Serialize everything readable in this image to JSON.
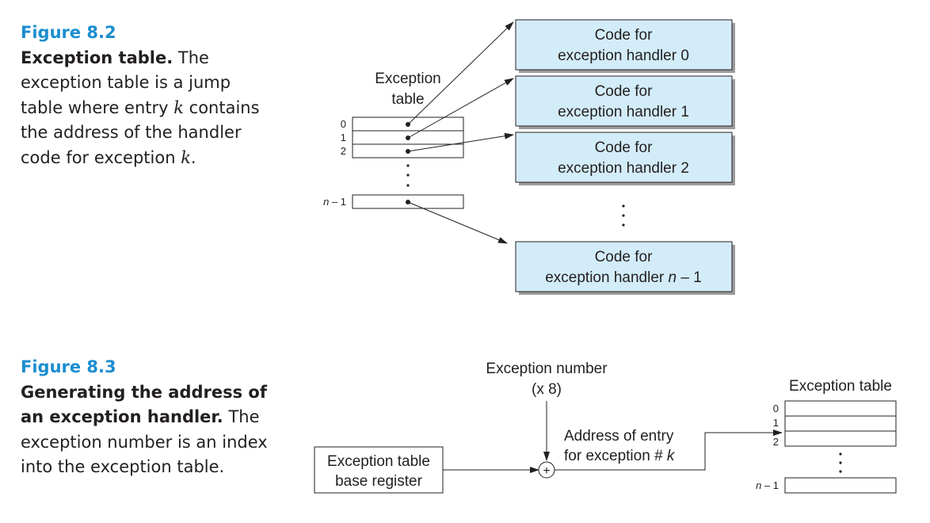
{
  "figure_8_2": {
    "label": "Figure 8.2",
    "title": "Exception table.",
    "body_1": " The exception table is a jump table where entry ",
    "var_k": "k",
    "body_2": " contains the address of the handler code for exception ",
    "body_3": ".",
    "table_label_line1": "Exception",
    "table_label_line2": "table",
    "indices": [
      "0",
      "1",
      "2"
    ],
    "last_index_n": "n",
    "last_index_rest": " – 1",
    "handlers": [
      {
        "line1": "Code for",
        "line2": "exception handler 0"
      },
      {
        "line1": "Code for",
        "line2": "exception handler 1"
      },
      {
        "line1": "Code for",
        "line2": "exception handler 2"
      }
    ],
    "last_handler_line1": "Code for",
    "last_handler_line2_prefix": "exception handler ",
    "last_handler_n": "n",
    "last_handler_line2_suffix": " – 1",
    "colors": {
      "handler_fill": "#d3ecf9",
      "handler_border": "#231f20",
      "shadow": "#9c9a9a"
    }
  },
  "figure_8_3": {
    "label": "Figure 8.3",
    "title": "Generating the address of an exception handler.",
    "body": " The exception number is an index into the exception table.",
    "exception_number_line1": "Exception number",
    "exception_number_line2": "(x 8)",
    "address_line1": "Address of entry",
    "address_line2_prefix": "for exception # ",
    "address_k": "k",
    "base_register_line1": "Exception table",
    "base_register_line2": "base register",
    "table_label": "Exception table",
    "indices": [
      "0",
      "1",
      "2"
    ],
    "last_index_n": "n",
    "last_index_rest": " – 1",
    "adder_symbol": "+"
  },
  "colors": {
    "caption_label": "#1b8ecf",
    "text": "#231f20"
  }
}
